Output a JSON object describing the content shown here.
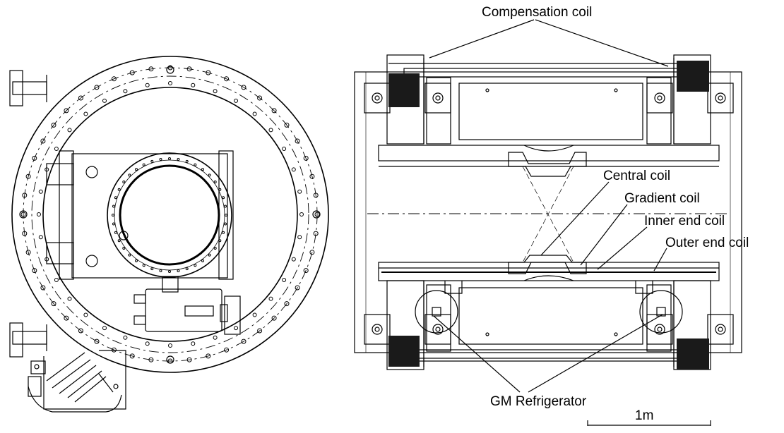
{
  "labels": {
    "compensation_coil": "Compensation coil",
    "central_coil": "Central coil",
    "gradient_coil": "Gradient coil",
    "inner_end_coil": "Inner end coil",
    "outer_end_coil": "Outer end coil",
    "gm_refrigerator": "GM Refrigerator",
    "scale": "1m"
  }
}
